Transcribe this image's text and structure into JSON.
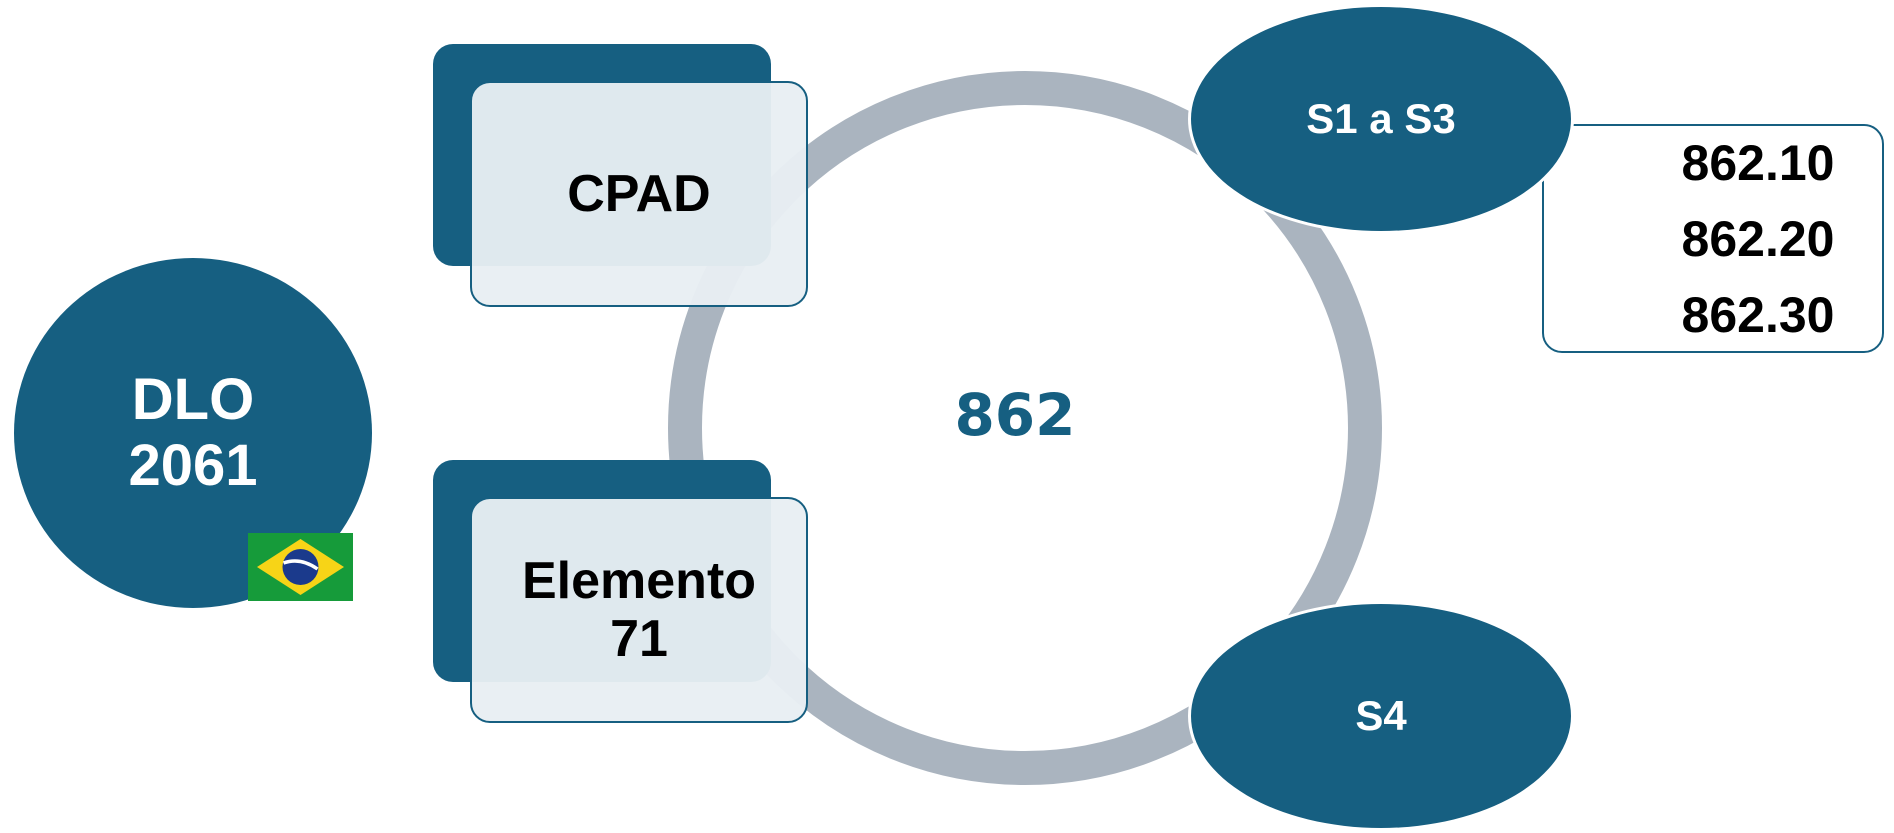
{
  "colors": {
    "primary": "#165f81",
    "ring": "#aab4bf",
    "card_fill": "#e8eef2",
    "text_dark": "#000000",
    "text_light": "#ffffff"
  },
  "dlo": {
    "line1": "DLO",
    "line2": "2061"
  },
  "flag": {
    "icon": "brazil-flag-icon"
  },
  "center": {
    "label": "862"
  },
  "cards": {
    "cpad": {
      "label": "CPAD"
    },
    "elemento": {
      "line1": "Elemento",
      "line2": "71"
    }
  },
  "nodes": {
    "s1_s3": {
      "label": "S1 a S3"
    },
    "s4": {
      "label": "S4"
    }
  },
  "codes": [
    "862.10",
    "862.20",
    "862.30"
  ]
}
